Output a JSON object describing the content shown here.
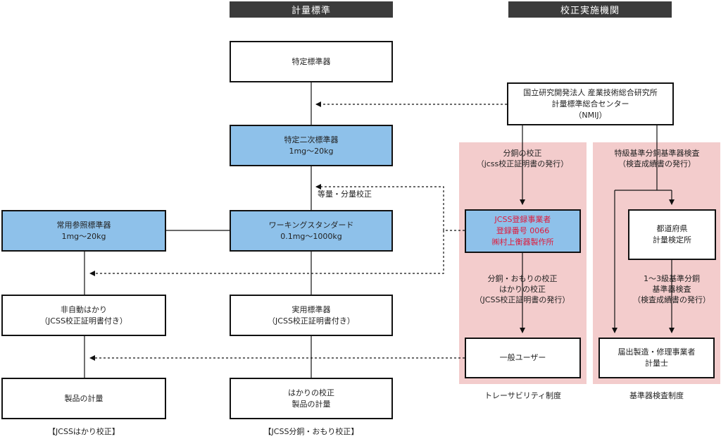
{
  "headers": {
    "standards": "計量標準",
    "calibration": "校正実施機関"
  },
  "boxes": {
    "tokutei": [
      "特定標準器"
    ],
    "tokutei2": [
      "特定二次標準器",
      "1mg～20kg"
    ],
    "working": [
      "ワーキングスタンダード",
      "0.1mg～1000kg"
    ],
    "joyo": [
      "常用参照標準器",
      "1mg～20kg"
    ],
    "jitsuyo": [
      "実用標準器",
      "（JCSS校正証明書付き）"
    ],
    "hijido": [
      "非自動はかり",
      "（JCSS校正証明書付き）"
    ],
    "seihin_left": [
      "製品の計量"
    ],
    "seihin_center": [
      "はかりの校正",
      "製品の計量"
    ],
    "nmij": [
      "国立研究開発法人 産業技術総合研究所",
      "計量標準総合センター",
      "（NMIJ）"
    ],
    "jcss_reg": [
      "JCSS登録事業者",
      "登録番号 0066",
      "㈱村上衡器製作所"
    ],
    "ippan": [
      "一般ユーザー"
    ],
    "todofuken": [
      "都道府県",
      "計量検定所"
    ],
    "todokede": [
      "届出製造・修理事業者",
      "計量士"
    ]
  },
  "labels": {
    "toryo": "等量・分量校正",
    "fundo_kosei": [
      "分銅の校正",
      "（jcss校正証明書の発行）"
    ],
    "tokkyu": [
      "特級基準分銅基準器検査",
      "（検査成績書の発行）"
    ],
    "fundo_omori": [
      "分銅・おもりの校正",
      "はかりの校正",
      "（JCSS校正証明書の発行）"
    ],
    "kyu13": [
      "1～3級基準分銅",
      "基準器検査",
      "（検査成績書の発行）"
    ],
    "traceability": "トレーサビリティ制度",
    "kijunki": "基準器検査制度",
    "jcss_hakari": "【JCSSはかり校正】",
    "jcss_fundo": "【JCSS分銅・おもり校正】"
  },
  "colors": {
    "header_bg": "#3b3b3b",
    "panel_pink": "#f3cccc",
    "box_blue": "#8ec1ea",
    "text_red": "#e0193a"
  }
}
